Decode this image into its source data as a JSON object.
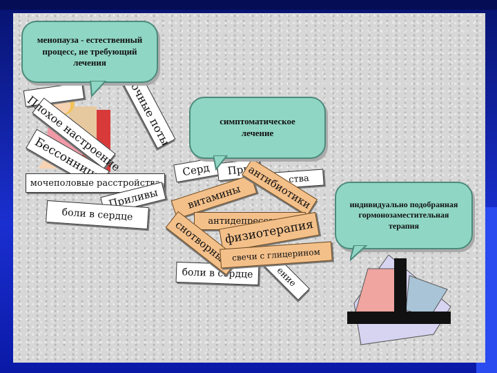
{
  "bubbles": {
    "menopause": "менопауза - естественный процесс, не требующий лечения",
    "symptomatic": "симптоматическое лечение",
    "hrt": "индивидуально подобранная гормонозаместительная терапия"
  },
  "cards_white": {
    "night_sweats": "Ночные поты",
    "bad_mood": "Плохое настроение",
    "insomnia": "Бессонница",
    "urogenital": "мочеполовые расстройства",
    "hot_flashes": "Приливы",
    "heart_pain_1": "боли в сердце",
    "heart_pain_2": "боли в сердце",
    "partial_1": "Серд",
    "partial_2": "При",
    "partial_3": "ства",
    "partial_4": "ение"
  },
  "cards_orange": {
    "vitamins": "витамины",
    "antibiotics": "антибиотики",
    "antidepressants": "антидепрессанты",
    "physiotherapy": "физиотерапия",
    "sleeping": "снотворные",
    "glycerin": "свечи с глицерином"
  },
  "colors": {
    "bubble": "#8fd6c4",
    "orange_card": "#f4c08a",
    "frame": "#1a2fd0"
  }
}
